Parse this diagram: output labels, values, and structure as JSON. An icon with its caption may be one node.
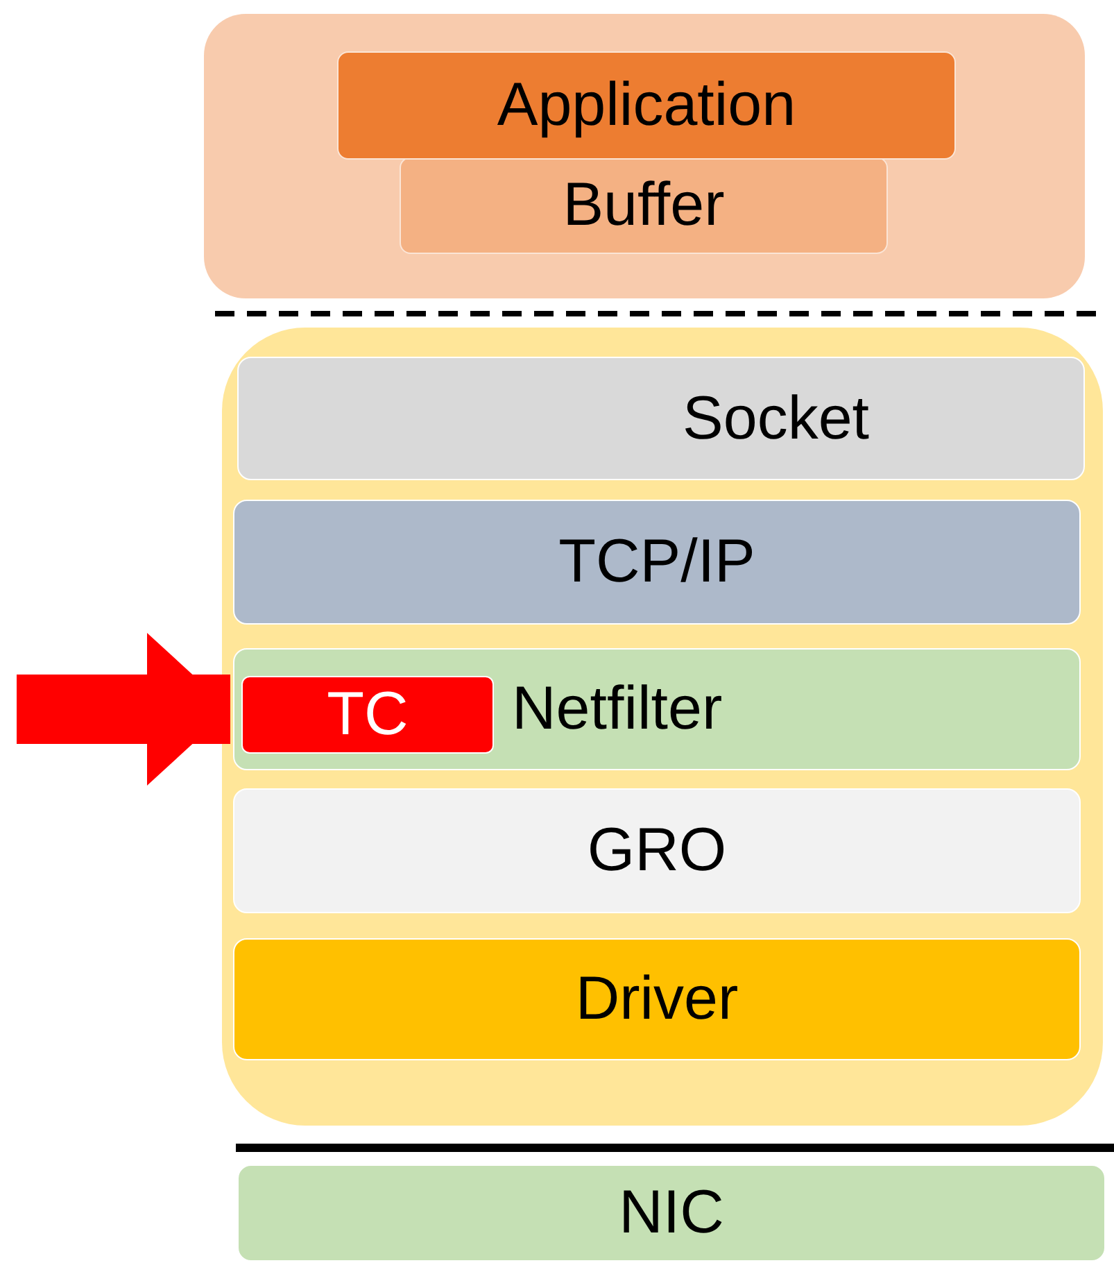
{
  "diagram": {
    "nodes": [
      {
        "text": [],
        "shape": "box"
      },
      {
        "text": [
          "Application"
        ],
        "in": 0
      },
      {
        "text": [
          "Buffer"
        ],
        "in": 0
      },
      {
        "text": [],
        "shape": "box"
      },
      {
        "text": [
          "Socket"
        ],
        "in": 3
      },
      {
        "text": [
          "TCP/IP"
        ],
        "in": 3
      },
      {
        "text": [
          "Netfilter"
        ],
        "in": 3
      },
      {
        "text": [
          "TC"
        ],
        "in": 6
      },
      {
        "text": [
          "GRO"
        ],
        "in": 3
      },
      {
        "text": [
          "Driver"
        ],
        "in": 3
      },
      {
        "text": [
          "NIC"
        ]
      }
    ],
    "edges": [
      {
        "from": null,
        "to": 6,
        "arrow": "to",
        "color": "#ff0000"
      }
    ]
  }
}
